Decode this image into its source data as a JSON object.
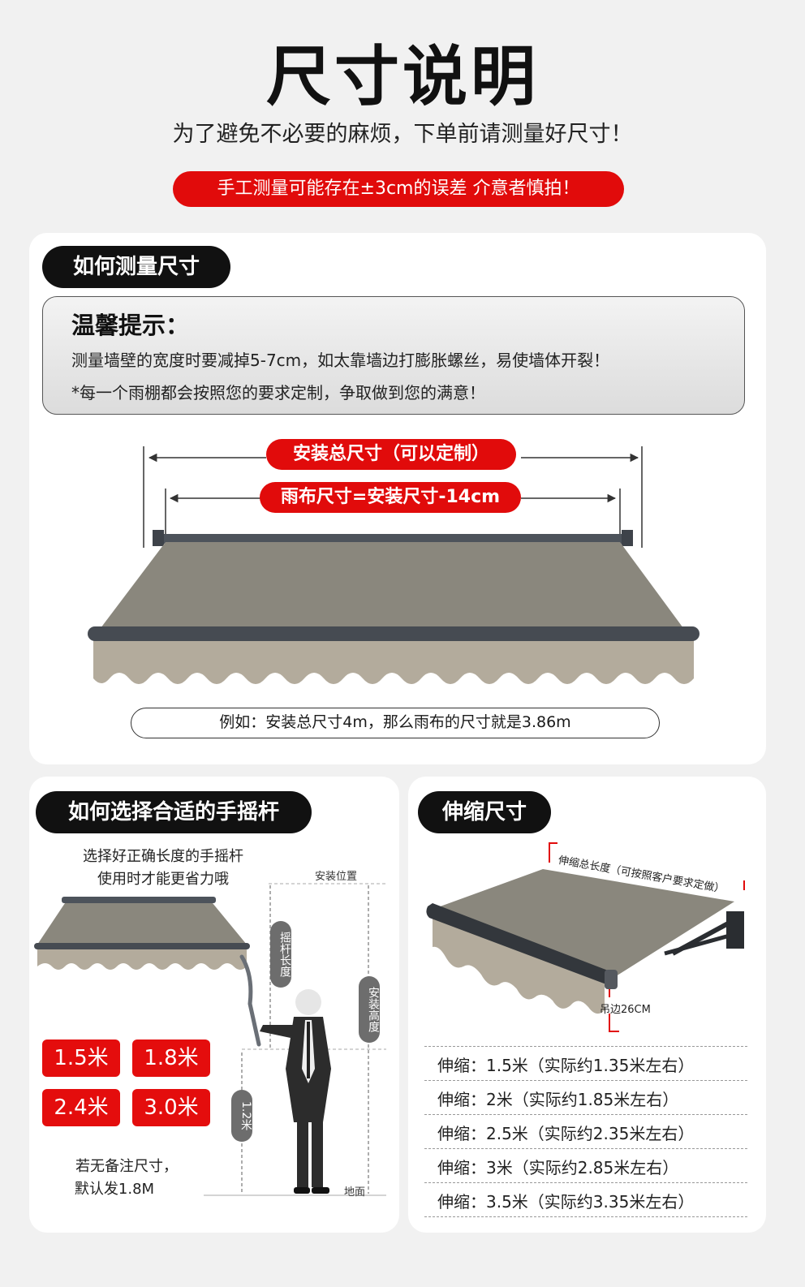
{
  "header": {
    "title": "尺寸说明",
    "subtitle": "为了避免不必要的麻烦，下单前请测量好尺寸！",
    "warning": "手工测量可能存在±3cm的误差 介意者慎拍！"
  },
  "measure": {
    "heading": "如何测量尺寸",
    "tip_title": "温馨提示：",
    "tip_line1": "测量墙壁的宽度时要减掉5-7cm，如太靠墙边打膨胀螺丝，易使墙体开裂！",
    "tip_line2": "*每一个雨棚都会按照您的要求定制，争取做到您的满意！",
    "total_label": "安装总尺寸（可以定制）",
    "fabric_label": "雨布尺寸=安装尺寸-14cm",
    "example": "例如：安装总尺寸4m，那么雨布的尺寸就是3.86m"
  },
  "crank": {
    "heading": "如何选择合适的手摇杆",
    "intro_line1": "选择好正确长度的手摇杆",
    "intro_line2": "使用时才能更省力哦",
    "install_position": "安装位置",
    "crank_length": "摇杆长度",
    "install_height": "安装高度",
    "height_value": "1.2米",
    "ground": "地面",
    "sizes": [
      "1.5米",
      "1.8米",
      "2.4米",
      "3.0米"
    ],
    "note_line1": "若无备注尺寸，",
    "note_line2": "默认发1.8M"
  },
  "extension": {
    "heading": "伸缩尺寸",
    "total_length": "伸缩总长度（可按照客户要求定做）",
    "valance": "吊边26CM",
    "rows": [
      "伸缩：1.5米（实际约1.35米左右）",
      "伸缩：2米（实际约1.85米左右）",
      "伸缩：2.5米（实际约2.35米左右）",
      "伸缩：3米（实际约2.85米左右）",
      "伸缩：3.5米（实际约3.35米左右）"
    ]
  },
  "colors": {
    "accent": "#e10b0b",
    "dark": "#111111",
    "awning": "#8a877d",
    "valance": "#b3ab9c",
    "frame": "#4d535b"
  }
}
